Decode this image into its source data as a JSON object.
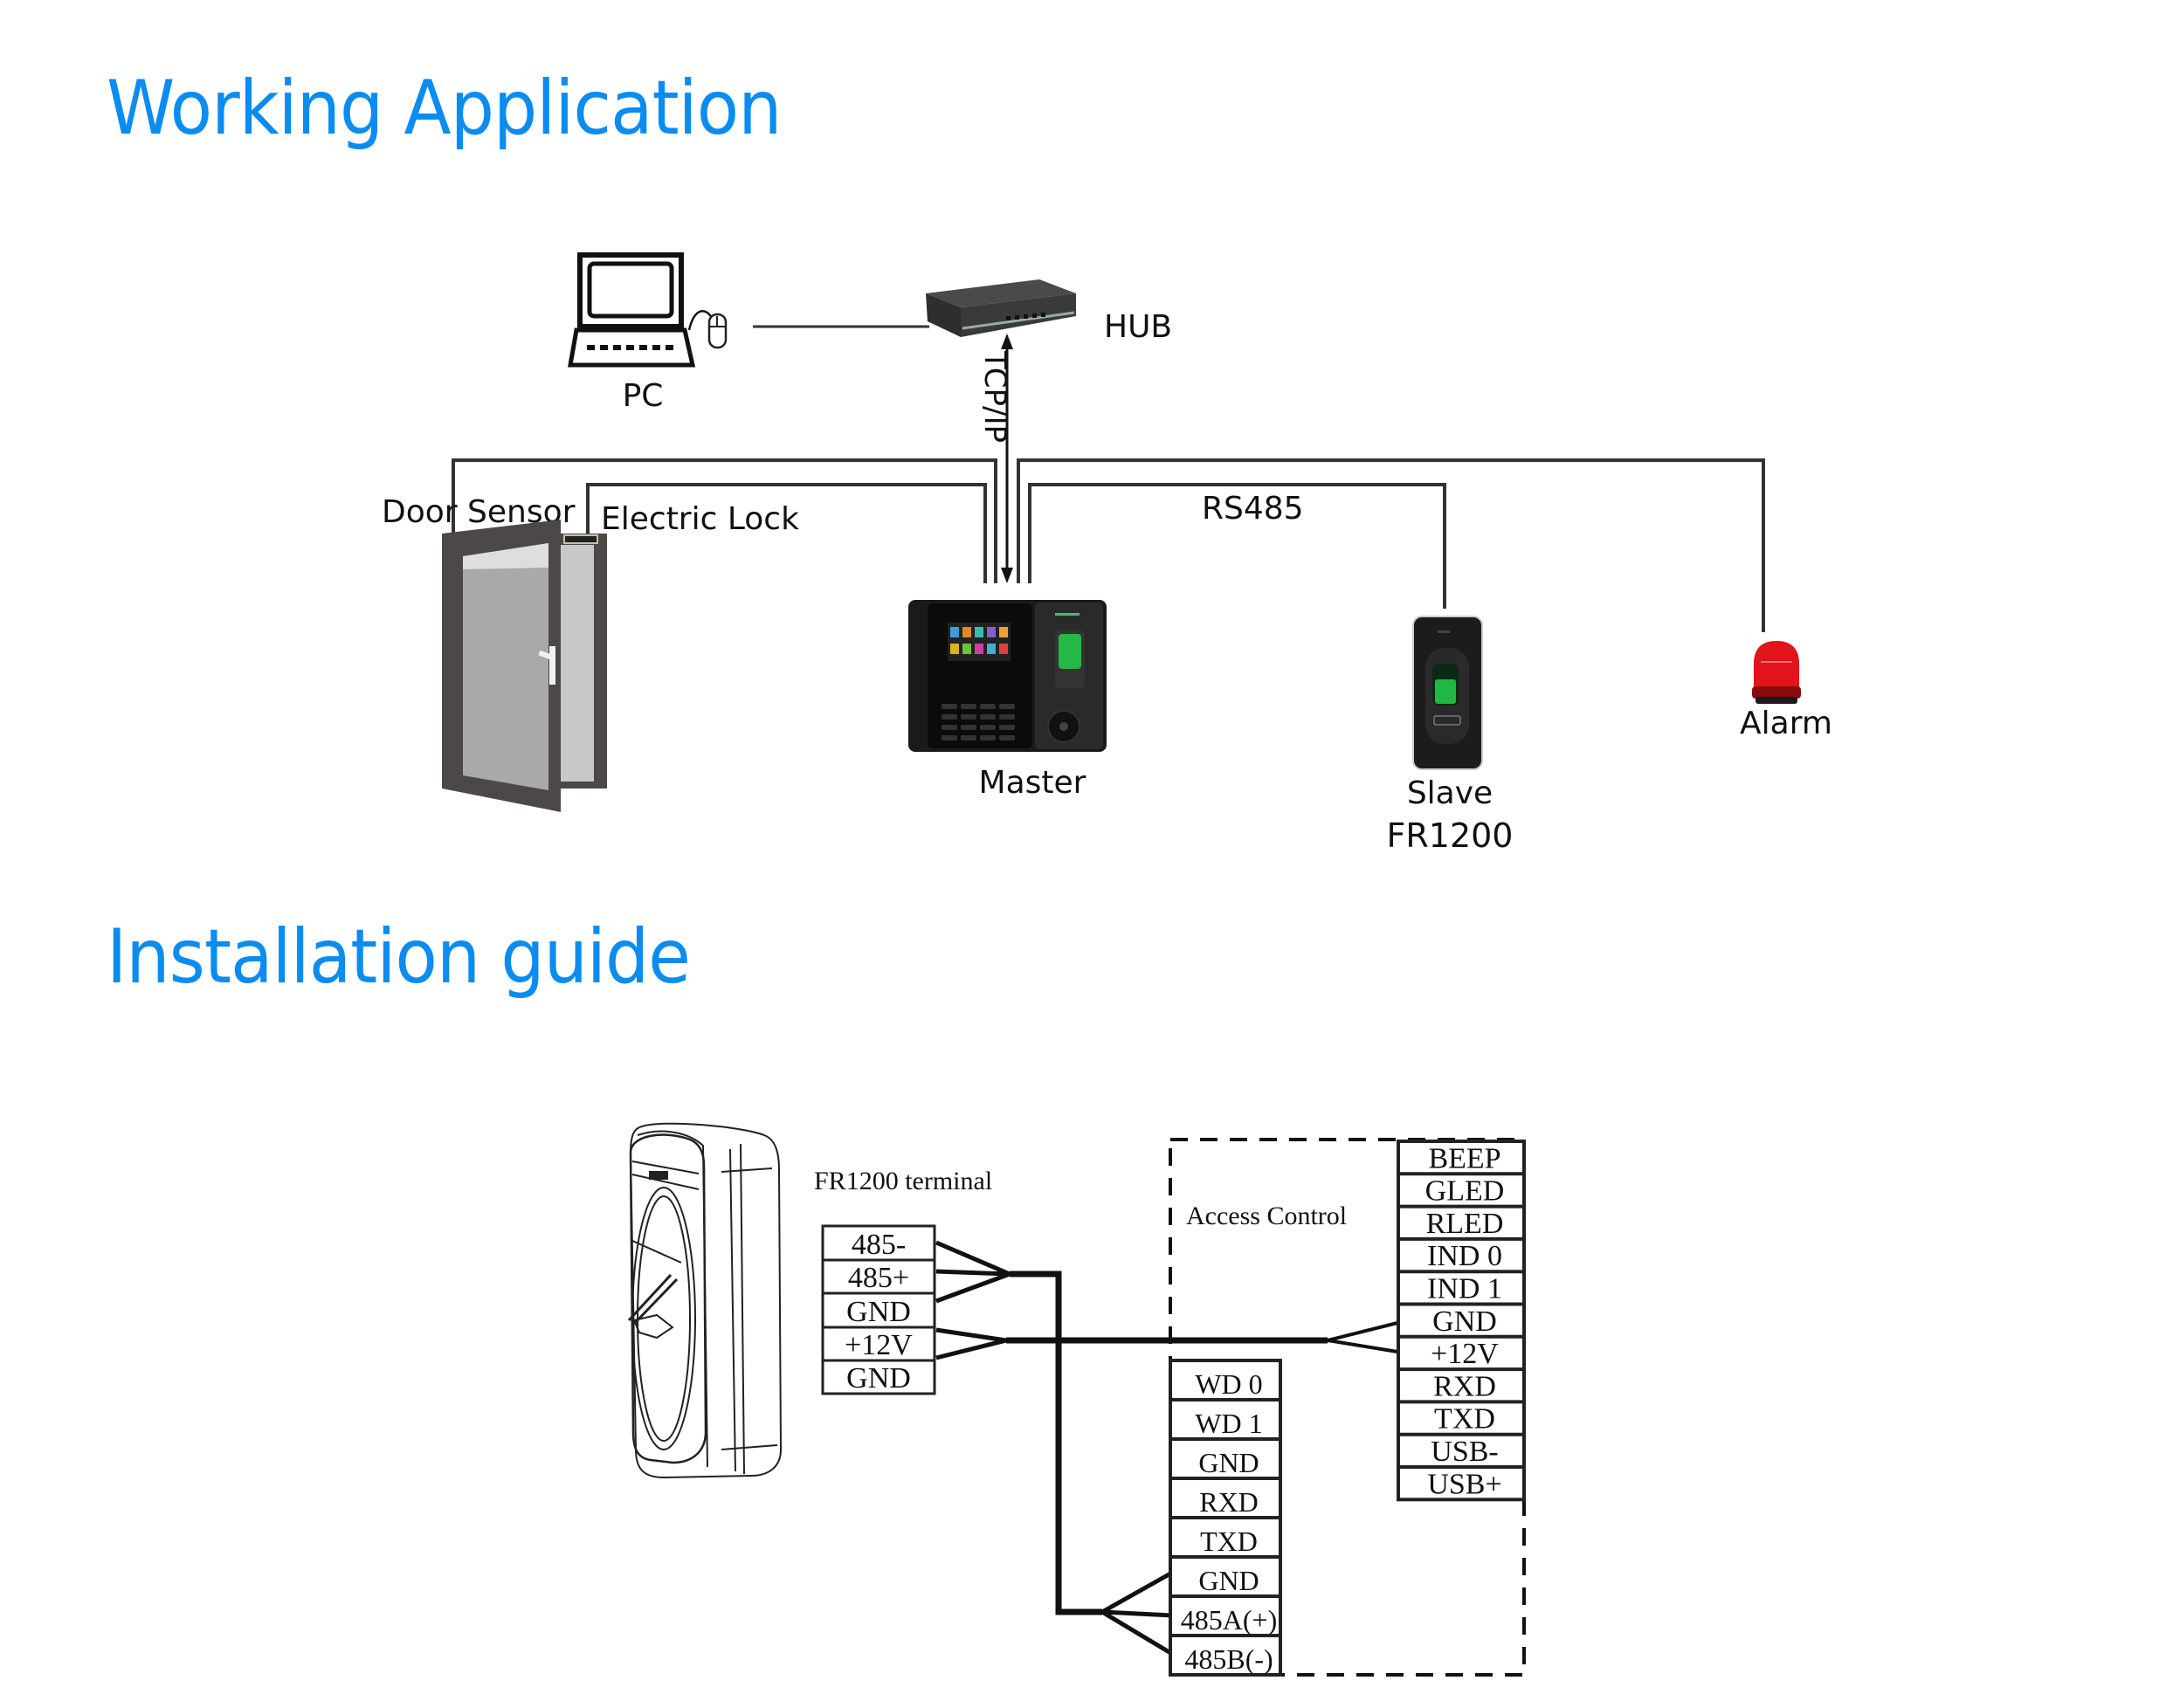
{
  "sections": {
    "working_application": {
      "title": "Working Application",
      "nodes": {
        "pc": "PC",
        "hub": "HUB",
        "master": "Master",
        "slave_line1": "Slave",
        "slave_line2": "FR1200",
        "alarm": "Alarm",
        "door_sensor": "Door Sensor",
        "electric_lock": "Electric Lock"
      },
      "links": {
        "tcp_ip": "TCP/IP",
        "rs485": "RS485"
      },
      "colors": {
        "title": "#0a8cf0",
        "alarm": "#e0141a",
        "fingerprint": "#22d14a"
      }
    },
    "installation_guide": {
      "title": "Installation guide",
      "fr1200_label": "FR1200 terminal",
      "access_control_label": "Access  Control",
      "fr1200_terminals": [
        "485-",
        "485+",
        "GND",
        "+12V",
        "GND"
      ],
      "access_right_terminals": [
        "BEEP",
        "GLED",
        "RLED",
        "IND 0",
        "IND 1",
        "GND",
        "+12V",
        "RXD",
        "TXD",
        "USB-",
        "USB+"
      ],
      "access_lower_terminals": [
        "WD 0",
        "WD 1",
        "GND",
        "RXD",
        "TXD",
        "GND",
        "485A(+)",
        "485B(-)"
      ]
    }
  }
}
